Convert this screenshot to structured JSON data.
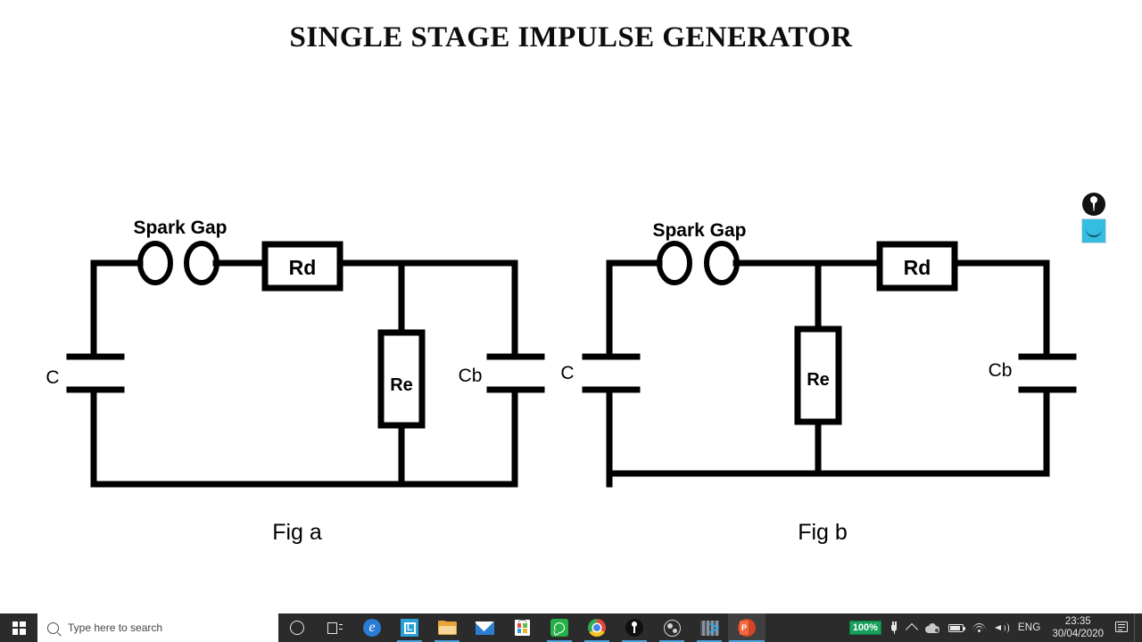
{
  "slide": {
    "title": "SINGLE STAGE IMPULSE GENERATOR",
    "background_color": "#ffffff",
    "ink_color": "#000000",
    "figures": [
      {
        "caption": "Fig a",
        "labels": {
          "spark_gap": "Spark Gap",
          "source_capacitor": "C",
          "damping_resistor": "Rd",
          "discharge_resistor": "Re",
          "load_capacitor": "Cb"
        },
        "topology": "C in parallel with spark gap; Rd in series on top rail; Re shunt branch after Rd; Cb shunt at far right"
      },
      {
        "caption": "Fig b",
        "labels": {
          "spark_gap": "Spark Gap",
          "source_capacitor": "C",
          "damping_resistor": "Rd",
          "discharge_resistor": "Re",
          "load_capacitor": "Cb"
        },
        "topology": "C in parallel with spark gap; Re shunt branch first; Rd in series on top rail after Re; Cb shunt at far right"
      }
    ]
  },
  "epic_pen": {
    "pen_icon": "pen-nib-icon",
    "swatch_color": "#33bde0"
  },
  "taskbar": {
    "start_label": "Start",
    "search": {
      "placeholder": "Type here to search",
      "value": ""
    },
    "buttons": [
      {
        "name": "cortana",
        "label": "Cortana",
        "state": "idle"
      },
      {
        "name": "task-view",
        "label": "Task View",
        "state": "idle"
      },
      {
        "name": "microsoft-edge",
        "label": "Microsoft Edge",
        "state": "idle"
      },
      {
        "name": "l-app",
        "label": "L",
        "state": "running"
      },
      {
        "name": "file-explorer",
        "label": "File Explorer",
        "state": "running"
      },
      {
        "name": "mail",
        "label": "Mail",
        "state": "idle"
      },
      {
        "name": "microsoft-store",
        "label": "Microsoft Store",
        "state": "idle"
      },
      {
        "name": "whatsapp",
        "label": "WhatsApp",
        "state": "running"
      },
      {
        "name": "google-chrome",
        "label": "Google Chrome",
        "state": "running"
      },
      {
        "name": "epic-pen",
        "label": "Epic Pen",
        "state": "running"
      },
      {
        "name": "obs-studio",
        "label": "OBS Studio",
        "state": "running"
      },
      {
        "name": "video-editor",
        "label": "Video Editor",
        "state": "running"
      },
      {
        "name": "powerpoint",
        "label": "PowerPoint",
        "state": "active"
      }
    ],
    "tray": {
      "battery_percent": "100%",
      "battery_badge_color": "#16a05a",
      "language": "ENG",
      "time": "23:35",
      "date": "30/04/2020",
      "icons": [
        "power-plug-icon",
        "chevron-up-icon",
        "onedrive-icon",
        "battery-icon",
        "wifi-icon",
        "volume-icon",
        "notifications-icon"
      ]
    }
  }
}
